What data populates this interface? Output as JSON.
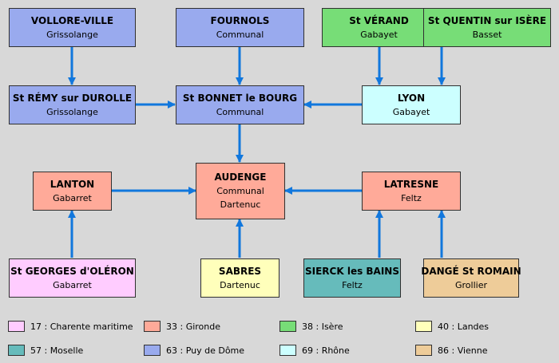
{
  "colors": {
    "c17": "#ffccff",
    "c33": "#ffaa99",
    "c38": "#77dd77",
    "c40": "#ffffbb",
    "c57": "#66bbbb",
    "c63": "#99aaee",
    "c69": "#ccffff",
    "c86": "#eecc99",
    "arrow": "#1177dd"
  },
  "nodes": {
    "vollore_ville": {
      "name": "VOLLORE-VILLE",
      "sub": "Grissolange",
      "color": "#99aaee"
    },
    "fournols": {
      "name": "FOURNOLS",
      "sub": "Communal",
      "color": "#99aaee"
    },
    "st_verand": {
      "name": "St VÉRAND",
      "sub": "Gabayet",
      "color": "#77dd77"
    },
    "st_quentin": {
      "name": "St QUENTIN sur ISÈRE",
      "sub": "Basset",
      "color": "#77dd77"
    },
    "st_remy": {
      "name": "St RÉMY sur DUROLLE",
      "sub": "Grissolange",
      "color": "#99aaee"
    },
    "st_bonnet": {
      "name": "St BONNET le BOURG",
      "sub": "Communal",
      "color": "#99aaee"
    },
    "lyon": {
      "name": "LYON",
      "sub": "Gabayet",
      "color": "#ccffff"
    },
    "lanton": {
      "name": "LANTON",
      "sub": "Gabarret",
      "color": "#ffaa99"
    },
    "audenge": {
      "name": "AUDENGE",
      "sub": "Communal",
      "sub2": "Dartenuc",
      "color": "#ffaa99"
    },
    "latresne": {
      "name": "LATRESNE",
      "sub": "Feltz",
      "color": "#ffaa99"
    },
    "st_georges": {
      "name": "St GEORGES d'OLÉRON",
      "sub": "Gabarret",
      "color": "#ffccff"
    },
    "sabres": {
      "name": "SABRES",
      "sub": "Dartenuc",
      "color": "#ffffbb"
    },
    "sierck": {
      "name": "SIERCK les BAINS",
      "sub": "Feltz",
      "color": "#66bbbb"
    },
    "dange": {
      "name": "DANGÉ St ROMAIN",
      "sub": "Grollier",
      "color": "#eecc99"
    }
  },
  "edges": [
    {
      "from": "vollore_ville",
      "to": "st_remy"
    },
    {
      "from": "fournols",
      "to": "st_bonnet"
    },
    {
      "from": "st_verand",
      "to": "lyon"
    },
    {
      "from": "st_quentin",
      "to": "lyon"
    },
    {
      "from": "st_remy",
      "to": "st_bonnet"
    },
    {
      "from": "lyon",
      "to": "st_bonnet"
    },
    {
      "from": "st_bonnet",
      "to": "audenge"
    },
    {
      "from": "lanton",
      "to": "audenge"
    },
    {
      "from": "latresne",
      "to": "audenge"
    },
    {
      "from": "st_georges",
      "to": "lanton"
    },
    {
      "from": "sabres",
      "to": "audenge"
    },
    {
      "from": "sierck",
      "to": "latresne"
    },
    {
      "from": "dange",
      "to": "latresne"
    }
  ],
  "legend": [
    {
      "label": "17 : Charente maritime",
      "color": "#ffccff"
    },
    {
      "label": "33 : Gironde",
      "color": "#ffaa99"
    },
    {
      "label": "38 : Isère",
      "color": "#77dd77"
    },
    {
      "label": "40 : Landes",
      "color": "#ffffbb"
    },
    {
      "label": "57 : Moselle",
      "color": "#66bbbb"
    },
    {
      "label": "63 : Puy de Dôme",
      "color": "#99aaee"
    },
    {
      "label": "69 : Rhône",
      "color": "#ccffff"
    },
    {
      "label": "86 : Vienne",
      "color": "#eecc99"
    }
  ]
}
